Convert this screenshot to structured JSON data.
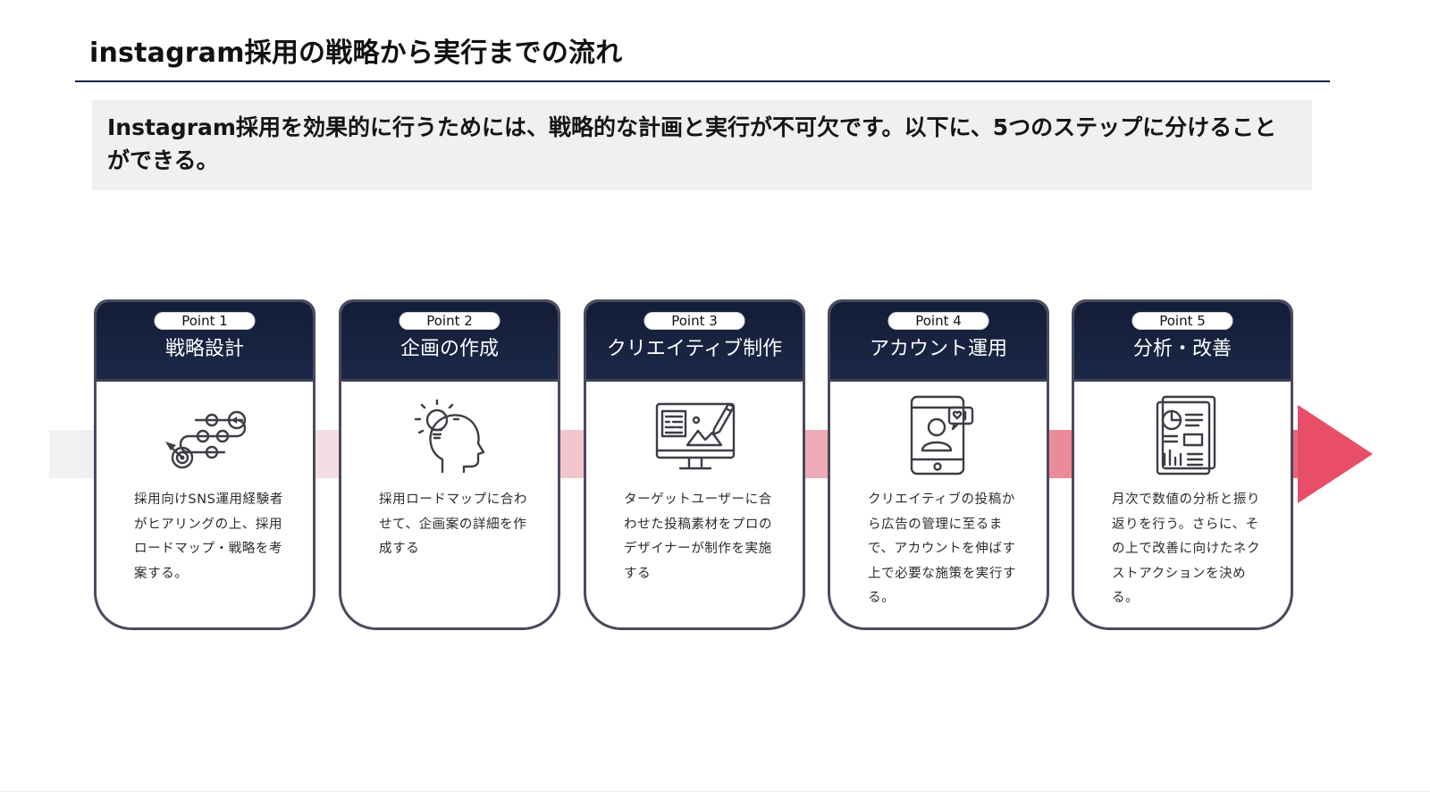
{
  "title": "instagram採用の戦略から実行までの流れ",
  "intro": "Instagram採用を効果的に行うためには、戦略的な計画と実行が不可欠です。以下に、5つのステップに分けることができる。",
  "steps": [
    {
      "point": "Point 1",
      "title": "戦略設計",
      "icon": "roadmap-target-icon",
      "desc": "採用向けSNS運用経験者がヒアリングの上、採用ロードマップ・戦略を考案する。"
    },
    {
      "point": "Point 2",
      "title": "企画の作成",
      "icon": "lightbulb-head-icon",
      "desc": "採用ロードマップに合わせて、企画案の詳細を作成する"
    },
    {
      "point": "Point 3",
      "title": "クリエイティブ制作",
      "icon": "design-monitor-icon",
      "desc": "ターゲットユーザーに合わせた投稿素材をプロのデザイナーが制作を実施する"
    },
    {
      "point": "Point 4",
      "title": "アカウント運用",
      "icon": "smartphone-profile-icon",
      "desc": "クリエイティブの投稿から広告の管理に至るまで、アカウントを伸ばす上で必要な施策を実行する。"
    },
    {
      "point": "Point 5",
      "title": "分析・改善",
      "icon": "analytics-report-icon",
      "desc": "月次で数値の分析と振り返りを行う。さらに、その上で改善に向けたネクストアクションを決める。"
    }
  ],
  "colors": {
    "header_navy": "#141d36",
    "arrow_pink": "#e84e67",
    "card_border": "#4a4a5e"
  }
}
